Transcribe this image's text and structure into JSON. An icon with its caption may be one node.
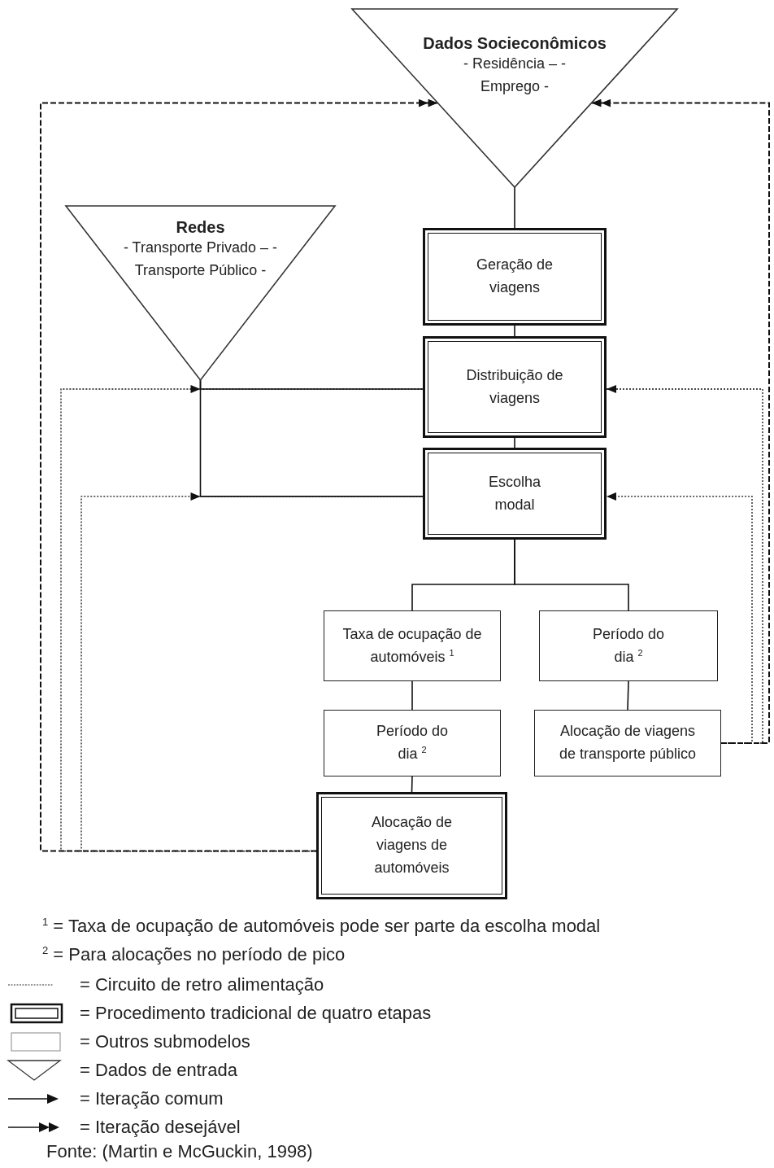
{
  "diagram": {
    "caption": "Fonte: (Martin e McGuckin, 1998)",
    "nodes": [
      {
        "text": [
          "Dados Socieconômicos",
          "- Residência – - Emprego -"
        ]
      },
      {
        "text": [
          "Redes",
          "- Transporte Privado – - Transporte Público -"
        ]
      },
      {
        "text": [
          "Geração de viagens"
        ]
      },
      {
        "text": [
          "Distribuição de viagens"
        ]
      },
      {
        "text": [
          "Escolha modal"
        ]
      },
      {
        "text": [
          "Taxa de ocupação de automóveis $^{1}$"
        ]
      },
      {
        "text": [
          "Período do dia $^{2}$"
        ]
      },
      {
        "text": [
          "Período do dia $^{2}$"
        ]
      },
      {
        "text": [
          "Alocação de viagens de transporte público"
        ]
      },
      {
        "text": [
          "Alocação de viagens de automóveis"
        ]
      }
    ],
    "edges": [
      {
        "from": 0,
        "to": 2,
        "arrow": "none"
      },
      {
        "from": 2,
        "to": 3,
        "arrow": "none"
      },
      {
        "from": 3,
        "to": 4,
        "arrow": "none"
      },
      {
        "from": 4,
        "to": 5,
        "arrow": "none"
      },
      {
        "from": 4,
        "to": 6,
        "arrow": "none"
      },
      {
        "from": 5,
        "to": 7,
        "arrow": "none"
      },
      {
        "from": 7,
        "to": 9,
        "arrow": "none"
      },
      {
        "from": 6,
        "to": 8,
        "arrow": "none"
      },
      {
        "from": 1,
        "to": 3,
        "arrow": "none"
      },
      {
        "from": 1,
        "to": 4,
        "arrow": "none"
      },
      {
        "from": 9,
        "to": 0,
        "arrow": "to",
        "style": "dashed"
      },
      {
        "from": 8,
        "to": 0,
        "arrow": "to",
        "style": "dashed"
      },
      {
        "from": 9,
        "to": 3,
        "arrow": "to",
        "style": "dashed"
      },
      {
        "from": 9,
        "to": 4,
        "arrow": "to",
        "style": "dashed"
      },
      {
        "from": 8,
        "to": 3,
        "arrow": "to",
        "style": "dashed"
      },
      {
        "from": 8,
        "to": 4,
        "arrow": "to",
        "style": "dashed"
      }
    ],
    "labels": [
      "$^{1}$ = Taxa de ocupação de automóveis pode ser parte da escolha modal",
      "$^{2}$ = Para alocações no período de pico"
    ],
    "legend": [
      {
        "text": "= Circuito de retro alimentação"
      },
      {
        "text": "= Procedimento tradicional de quatro etapas"
      },
      {
        "text": "= Outros submodelos"
      },
      {
        "text": "= Dados de entrada"
      },
      {
        "text": "= Iteração comum"
      },
      {
        "text": "= Iteração desejável"
      }
    ]
  }
}
